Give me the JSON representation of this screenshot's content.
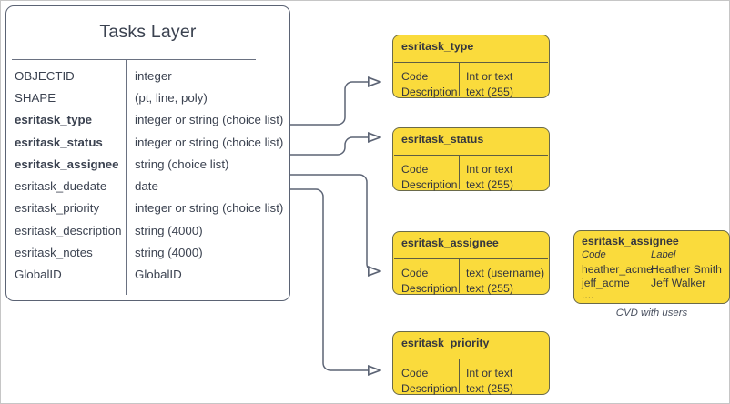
{
  "colors": {
    "entity_border": "#5b6374",
    "entity_fill": "#ffffff",
    "code_table_fill": "#fadb3c",
    "code_table_border": "#6a6a4a",
    "text": "#3b4250",
    "connector": "#5b6374",
    "canvas_border": "#c6c6c6"
  },
  "entity": {
    "title": "Tasks Layer",
    "columns": [
      "field",
      "type"
    ],
    "fields": [
      {
        "name": "OBJECTID",
        "type": "integer",
        "key": false
      },
      {
        "name": "SHAPE",
        "type": "(pt, line, poly)",
        "key": false
      },
      {
        "name": "esritask_type",
        "type": "integer or string (choice list)",
        "key": true
      },
      {
        "name": "esritask_status",
        "type": "integer or string (choice list)",
        "key": true
      },
      {
        "name": "esritask_assignee",
        "type": "string (choice list)",
        "key": true
      },
      {
        "name": "esritask_duedate",
        "type": "date",
        "key": false
      },
      {
        "name": "esritask_priority",
        "type": "integer or string (choice list)",
        "key": false
      },
      {
        "name": "esritask_description",
        "type": "string (4000)",
        "key": false
      },
      {
        "name": "esritask_notes",
        "type": "string (4000)",
        "key": false
      },
      {
        "name": "GlobalID",
        "type": "GlobalID",
        "key": false
      }
    ]
  },
  "code_tables": [
    {
      "title": "esritask_type",
      "left_lines": [
        "Code",
        "Description"
      ],
      "right_lines": [
        "Int or text",
        "text (255)"
      ]
    },
    {
      "title": "esritask_status",
      "left_lines": [
        "Code",
        "Description"
      ],
      "right_lines": [
        "Int or text",
        "text (255)"
      ]
    },
    {
      "title": "esritask_assignee",
      "left_lines": [
        "Code",
        "Description"
      ],
      "right_lines": [
        "text  (username)",
        "text (255)"
      ]
    },
    {
      "title": "esritask_priority",
      "left_lines": [
        "Code",
        "Description"
      ],
      "right_lines": [
        "Int or text",
        "text (255)"
      ]
    }
  ],
  "cvd": {
    "title": "esritask_assignee",
    "header": {
      "code": "Code",
      "label": "Label"
    },
    "rows": [
      {
        "code": "heather_acme",
        "label": "Heather Smith"
      },
      {
        "code": "jeff_acme",
        "label": "Jeff Walker"
      }
    ],
    "ellipsis": "....",
    "caption": "CVD with users"
  }
}
